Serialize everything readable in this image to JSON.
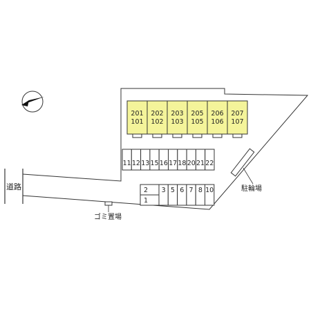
{
  "road": {
    "label": "道路"
  },
  "building": {
    "fill_color": "#f4f49a",
    "units": [
      {
        "upper": "201",
        "lower": "101"
      },
      {
        "upper": "202",
        "lower": "102"
      },
      {
        "upper": "203",
        "lower": "103"
      },
      {
        "upper": "205",
        "lower": "105"
      },
      {
        "upper": "206",
        "lower": "106"
      },
      {
        "upper": "207",
        "lower": "107"
      }
    ]
  },
  "parking_upper_row": [
    "11",
    "12",
    "13",
    "15",
    "16",
    "17",
    "18",
    "20",
    "21",
    "22"
  ],
  "parking_lower": {
    "stacked": {
      "top": "2",
      "bottom": "1"
    },
    "row": [
      "3",
      "5",
      "6",
      "7",
      "8",
      "10"
    ]
  },
  "bicycle_parking": {
    "label": "駐輪場"
  },
  "garbage_area": {
    "label": "ゴミ置場"
  },
  "north_arrow": {
    "icon": "north-arrow-icon"
  }
}
